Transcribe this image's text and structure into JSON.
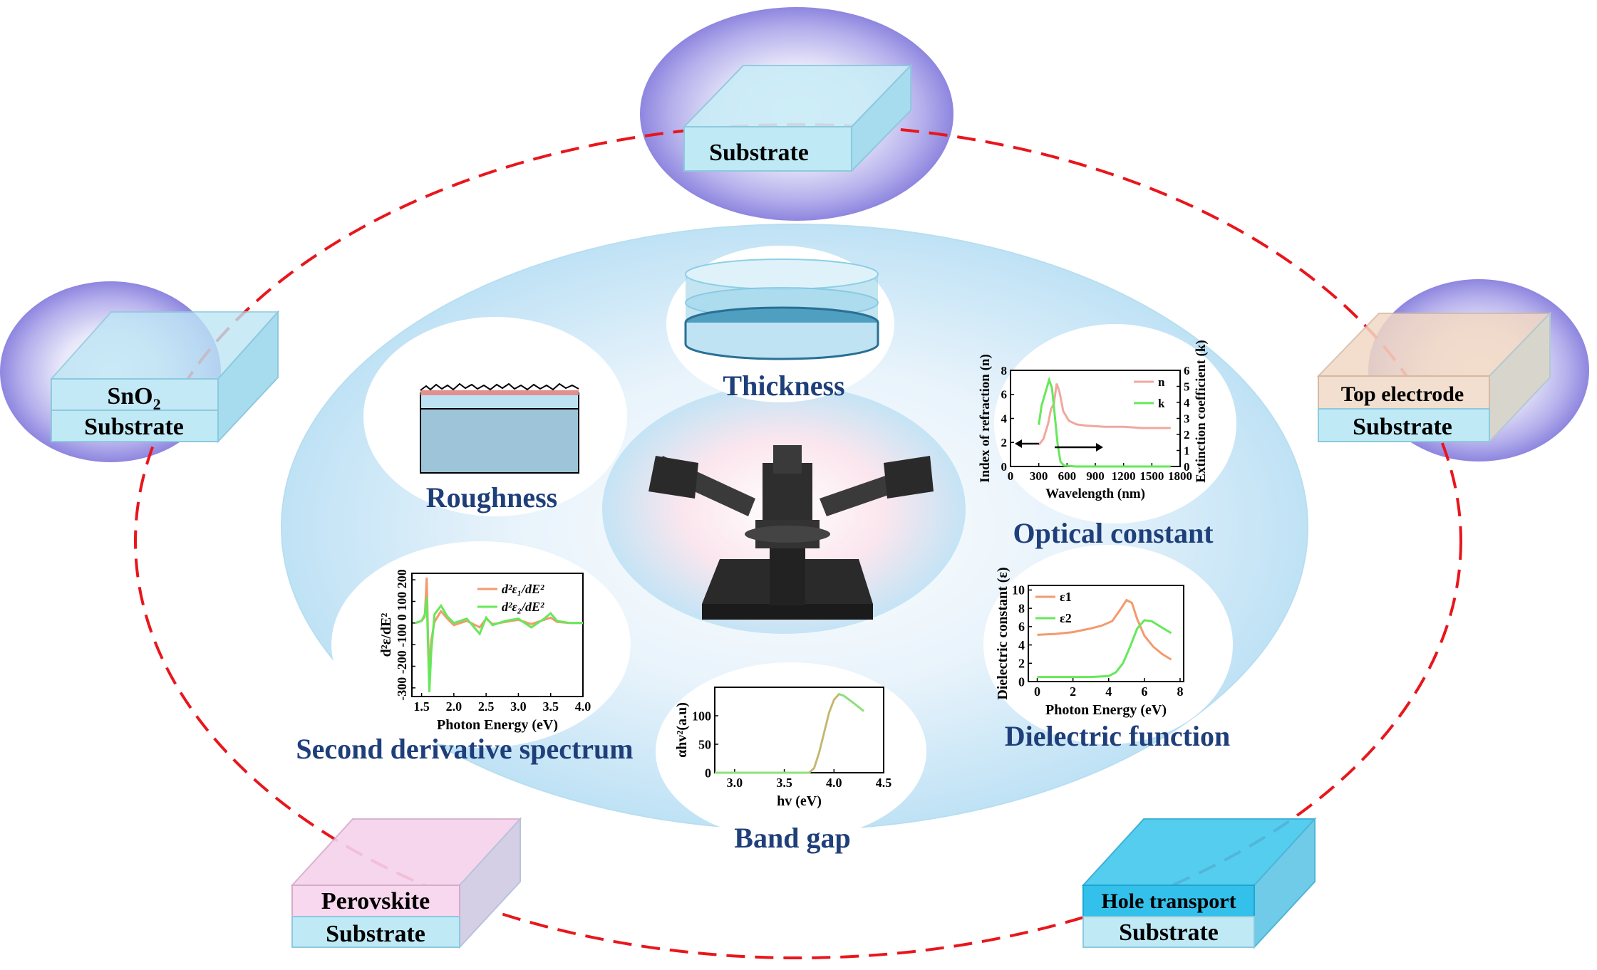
{
  "diagram": {
    "layers": {
      "top": {
        "layers": [
          "Substrate"
        ]
      },
      "left": {
        "layers": [
          "SnO",
          "Substrate"
        ],
        "sub": "2"
      },
      "right": {
        "layers": [
          "Top electrode",
          "Substrate"
        ]
      },
      "bottom_left": {
        "layers": [
          "Perovskite",
          "Substrate"
        ]
      },
      "bottom_right": {
        "layers": [
          "Hole transport",
          "Substrate"
        ]
      }
    },
    "captions": {
      "thickness": "Thickness",
      "roughness": "Roughness",
      "optical": "Optical constant",
      "dielectric": "Dielectric function",
      "second": "Second derivative spectrum",
      "bandgap": "Band gap"
    },
    "colors": {
      "title": "#1f3f7a",
      "dashed": "#e8161c",
      "n_curve": "#f0a8a0",
      "k_curve": "#66e85a",
      "e1_curve": "#f39a6e",
      "e2_curve": "#66e85a",
      "band_green": "#8ee07a",
      "band_orange": "#f39a6e"
    }
  },
  "chart_data": [
    {
      "type": "line",
      "xlabel": "Wavelength (nm)",
      "ylabel": "Index of refraction (n)",
      "y2label": "Extinction coefficient (k)",
      "xticks": [
        "0",
        "300",
        "600",
        "900",
        "1200",
        "1500",
        "1800"
      ],
      "yticks": [
        "0",
        "2",
        "4",
        "6",
        "8"
      ],
      "y2ticks": [
        "0",
        "1",
        "2",
        "3",
        "4",
        "5",
        "6"
      ],
      "xlim": [
        0,
        1800
      ],
      "ylim": [
        0,
        8
      ],
      "y2lim": [
        0,
        6
      ],
      "series": [
        {
          "name": "n",
          "axis": "left",
          "x": [
            300,
            350,
            400,
            430,
            460,
            490,
            520,
            560,
            620,
            700,
            800,
            1000,
            1200,
            1400,
            1600,
            1700
          ],
          "y": [
            1.8,
            2.3,
            3.6,
            4.8,
            5.2,
            6.9,
            6.2,
            4.6,
            3.8,
            3.5,
            3.4,
            3.3,
            3.3,
            3.2,
            3.2,
            3.2
          ]
        },
        {
          "name": "k",
          "axis": "right",
          "x": [
            300,
            330,
            370,
            410,
            440,
            470,
            500,
            530,
            570,
            700,
            1000,
            1400,
            1700
          ],
          "y": [
            2.6,
            3.8,
            4.6,
            5.4,
            4.9,
            3.2,
            1.4,
            0.3,
            0.05,
            0,
            0,
            0,
            0
          ]
        }
      ]
    },
    {
      "type": "line",
      "xlabel": "Photon Energy (eV)",
      "ylabel": "Dielectric constant (ε)",
      "xticks": [
        "0",
        "2",
        "4",
        "6",
        "8"
      ],
      "yticks": [
        "0",
        "2",
        "4",
        "6",
        "8",
        "10"
      ],
      "xlim": [
        -0.5,
        8.2
      ],
      "ylim": [
        0,
        10.5
      ],
      "series": [
        {
          "name": "ε1",
          "x": [
            0,
            1,
            2,
            3,
            3.6,
            4.2,
            4.7,
            5.0,
            5.3,
            5.6,
            6.0,
            6.5,
            7.0,
            7.5
          ],
          "y": [
            5.1,
            5.2,
            5.4,
            5.8,
            6.1,
            6.6,
            8.0,
            8.9,
            8.6,
            6.8,
            5.0,
            3.8,
            3.0,
            2.4
          ]
        },
        {
          "name": "ε2",
          "x": [
            0,
            1,
            2,
            3,
            4,
            4.4,
            4.8,
            5.2,
            5.6,
            6.0,
            6.4,
            6.9,
            7.5
          ],
          "y": [
            0.5,
            0.5,
            0.5,
            0.5,
            0.6,
            1.0,
            2.0,
            3.8,
            5.8,
            6.7,
            6.6,
            6.0,
            5.3
          ]
        }
      ]
    },
    {
      "type": "line",
      "xlabel": "Photon Energy (eV)",
      "ylabel": "d²ε/dE²",
      "xticks": [
        "1.5",
        "2.0",
        "2.5",
        "3.0",
        "3.5",
        "4.0"
      ],
      "yticks": [
        "-300",
        "-200",
        "-100",
        "0",
        "100",
        "200"
      ],
      "xlim": [
        1.35,
        4.0
      ],
      "ylim": [
        -340,
        230
      ],
      "series": [
        {
          "name": "d²ε₁/dE²",
          "x": [
            1.4,
            1.5,
            1.55,
            1.58,
            1.6,
            1.62,
            1.65,
            1.7,
            1.8,
            1.9,
            2.0,
            2.2,
            2.4,
            2.5,
            2.6,
            2.8,
            3.0,
            3.2,
            3.4,
            3.5,
            3.6,
            3.8,
            4.0
          ],
          "y": [
            0,
            10,
            30,
            210,
            -60,
            -220,
            -80,
            5,
            55,
            20,
            -10,
            10,
            -20,
            20,
            -5,
            5,
            15,
            -5,
            15,
            25,
            5,
            0,
            0
          ]
        },
        {
          "name": "d²ε₂/dE²",
          "x": [
            1.4,
            1.5,
            1.55,
            1.58,
            1.6,
            1.62,
            1.65,
            1.7,
            1.8,
            1.9,
            2.0,
            2.2,
            2.4,
            2.5,
            2.6,
            2.8,
            3.0,
            3.2,
            3.4,
            3.5,
            3.6,
            3.8,
            4.0
          ],
          "y": [
            0,
            10,
            40,
            120,
            -100,
            -320,
            -130,
            40,
            80,
            30,
            0,
            20,
            -50,
            25,
            -10,
            10,
            20,
            -20,
            20,
            45,
            10,
            0,
            0
          ]
        }
      ]
    },
    {
      "type": "line",
      "xlabel": "hv (eV)",
      "ylabel": "αhv²(a.u)",
      "xticks": [
        "3.0",
        "3.5",
        "4.0",
        "4.5"
      ],
      "yticks": [
        "0",
        "50",
        "100"
      ],
      "xlim": [
        2.8,
        4.5
      ],
      "ylim": [
        0,
        150
      ],
      "series": [
        {
          "name": "αhv²",
          "x": [
            2.8,
            3.5,
            3.75,
            3.8,
            3.85,
            3.9,
            3.95,
            4.0,
            4.05,
            4.1,
            4.2,
            4.3
          ],
          "y": [
            0,
            0,
            0,
            8,
            35,
            70,
            105,
            128,
            138,
            135,
            122,
            108
          ]
        }
      ]
    }
  ]
}
